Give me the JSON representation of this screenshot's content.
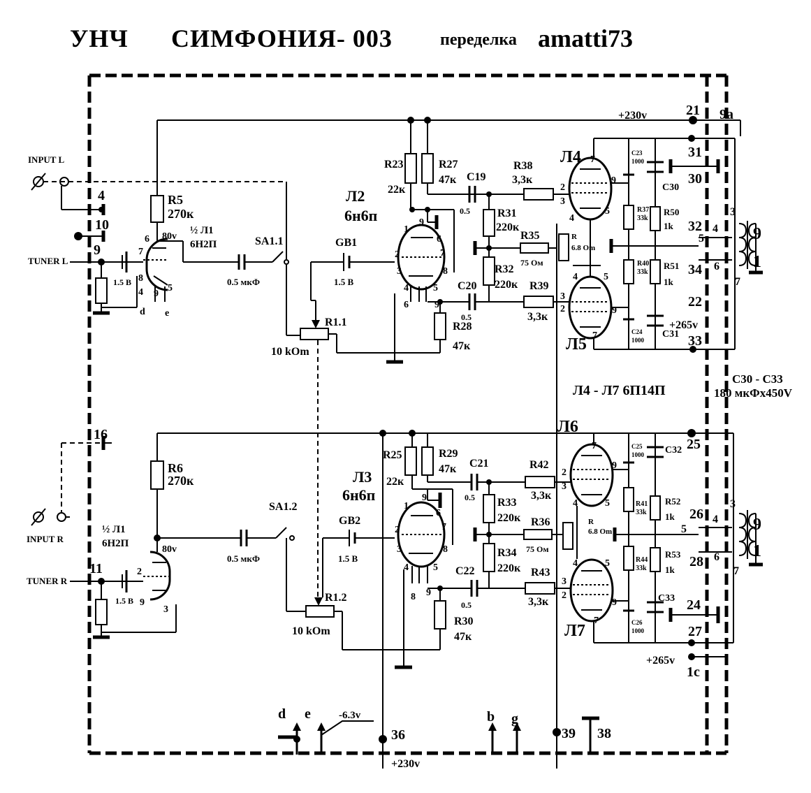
{
  "title": {
    "amp": "УНЧ",
    "model": "СИМФОНИЯ- 003",
    "mod_word": "переделка",
    "author": "amatti73"
  },
  "inputs": {
    "input_l": "INPUT L",
    "tuner_l": "TUNER L",
    "input_r": "INPUT R",
    "tuner_r": "TUNER R"
  },
  "rails": {
    "b230_top": "+230v",
    "b230_bottom": "+230v",
    "b265_top": "+265v",
    "b265_bottom": "+265v",
    "filament": "-6.3v",
    "v80_l": "80v",
    "v80_r": "80v"
  },
  "contacts": {
    "c21": "21",
    "c9a": "9a",
    "c31": "31",
    "c30": "30",
    "c32": "32",
    "c34": "34",
    "c22": "22",
    "c33": "33",
    "c4": "4",
    "c10": "10",
    "c9": "9",
    "c16": "16",
    "c11": "11",
    "c25": "25",
    "c26": "26",
    "c28": "28",
    "c24": "24",
    "c27": "27",
    "c1c": "1c",
    "c36": "36",
    "c39": "39",
    "c38": "38",
    "d": "d",
    "e": "e",
    "b": "b",
    "g": "g"
  },
  "components": {
    "r5": "R5",
    "r5v": "270к",
    "r6": "R6",
    "r6v": "270к",
    "l1_top": "½ Л1",
    "l1_type_top": "6Н2П",
    "l1_bot": "½ Л1",
    "l1_type_bot": "6Н2П",
    "c_in_l": "0.5 мкФ",
    "c_in_r": "0.5 мкФ",
    "sa11": "SA1.1",
    "sa12": "SA1.2",
    "gb1": "GB1",
    "gb1v": "1.5 В",
    "gb2": "GB2",
    "gb2v": "1.5 В",
    "bias_l": "1.5 В",
    "bias_r": "1.5 В",
    "r11": "R1.1",
    "r11v": "10 kOm",
    "r12": "R1.2",
    "r12v": "10 kOm",
    "l2": "Л2",
    "l2t": "6н6п",
    "l3": "Л3",
    "l3t": "6н6п",
    "r23": "R23",
    "r23v": "22к",
    "r27": "R27",
    "r27v": "47к",
    "r25": "R25",
    "r25v": "22к",
    "r29": "R29",
    "r29v": "47к",
    "r28": "R28",
    "r28v": "47к",
    "r30": "R30",
    "r30v": "47к",
    "c19": "C19",
    "c20": "C20",
    "c21": "C21",
    "c22": "C22",
    "c19v": "0.5",
    "c20v": "0.5",
    "c21v": "0.5",
    "c22v": "0.5",
    "r31": "R31",
    "r31v": "220к",
    "r32": "R32",
    "r32v": "220к",
    "r33": "R33",
    "r33v": "220к",
    "r34": "R34",
    "r34v": "220к",
    "r35": "R35",
    "r35v": "75 Ом",
    "r36": "R36",
    "r36v": "75 Ом",
    "r38": "R38",
    "r38v": "3,3к",
    "r39": "R39",
    "r39v": "3,3к",
    "r42": "R42",
    "r42v": "3,3к",
    "r43": "R43",
    "r43v": "3,3к",
    "rpot_t": "R",
    "rpotv_t": "6.8 Om",
    "rpot_b": "R",
    "rpotv_b": "6.8 Om",
    "l4": "Л4",
    "l5": "Л5",
    "l6": "Л6",
    "l7": "Л7",
    "out_tubes": "Л4 - Л7  6П14П",
    "c23": "C23",
    "c23v": "1000",
    "c24": "C24",
    "c24v": "1000",
    "c25": "C25",
    "c25v": "1000",
    "c26": "C26",
    "c26v": "1000",
    "c30": "C30",
    "c31": "C31",
    "c32": "C32",
    "c33": "C33",
    "r37": "R37",
    "r37v": "33k",
    "r40": "R40",
    "r40v": "33k",
    "r41": "R41",
    "r41v": "33k",
    "r44": "R44",
    "r44v": "33k",
    "r50": "R50",
    "r50v": "1k",
    "r51": "R51",
    "r51v": "1k",
    "r52": "R52",
    "r52v": "1k",
    "r53": "R53",
    "r53v": "1k",
    "caps_range": "C30 - C33",
    "caps_value": "180 мкФx450V"
  },
  "pins": {
    "p1": "1",
    "p2": "2",
    "p3": "3",
    "p4": "4",
    "p5": "5",
    "p6": "6",
    "p7": "7",
    "p8": "8",
    "p9": "9"
  }
}
